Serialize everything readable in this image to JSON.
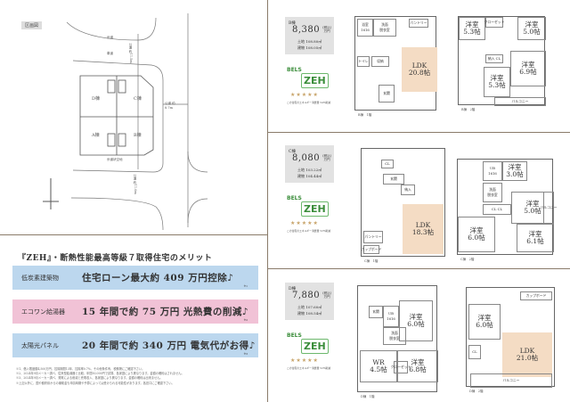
{
  "site_map": {
    "tag": "区画図",
    "lots": [
      "D棟",
      "C棟",
      "A棟",
      "B棟"
    ],
    "roads": {
      "north_public": "公道 約11.5m",
      "east_public": "公道 約8.7m",
      "south_public": "公道 約11.0m",
      "sidewalk": "歩道",
      "roadway": "車道",
      "sidewalk_widening": "歩道状空地"
    }
  },
  "merits": {
    "title": "『ZEH』・断熱性能最高等級７取得住宅のメリット",
    "items": [
      {
        "key": "低炭素建築物",
        "value": "住宅ローン最大約 409 万円控除♪",
        "note": "※1",
        "color": "#bcd7ee"
      },
      {
        "key": "エコワン給湯器",
        "value": "15 年間で約 75 万円 光熱費の削減♪",
        "note": "※2",
        "color": "#f1c2d6"
      },
      {
        "key": "太陽光パネル",
        "value": "20 年間で約 340 万円 電気代がお得♪",
        "note": "※3",
        "color": "#bcd7ee"
      }
    ],
    "notes": [
      "※1、借入限度額4,500万円、控除期間13年、控除率0.7%、その他条件有、税務署にご確認下さい。",
      "※2、2024年9月メーカー調べ、従来型給湯器と比較、年間50,000円で試算、各家庭により異なります。金額の確約はされません。",
      "※3、2024年9月メーカー調べ、発電による削減と売電収入、各家庭により異なります。金額の確約は出来ません。",
      "※上記以外に、国や都府県からの補助金も申請時期や予算によっては受けられる可能性があります。各窓口にご確認下さい。"
    ]
  },
  "units": [
    {
      "name": "B棟",
      "price": "8,380",
      "price_unit": "万円",
      "tax": "(税込)",
      "land": "土地 108.80㎡",
      "building": "建物 108.05㎡",
      "bels": {
        "brand": "BELS",
        "mark": "ZEH",
        "stars": "★★★★★",
        "text": "この住宅のエネルギー消費量 54%削減"
      },
      "floor1": {
        "label": "B棟　1階",
        "rooms": [
          "浴室\n1616",
          "洗面\n脱衣室",
          "LDK\n20.8帖",
          "玄関",
          "収納",
          "トイレ",
          "パントリー"
        ]
      },
      "floor2": {
        "label": "B棟　2階",
        "rooms": [
          "洋室\n5.3帖",
          "洋室\n5.0帖",
          "洋室\n5.3帖",
          "洋室\n6.9帖",
          "納入 CL",
          "バルコニー",
          "クローゼット"
        ]
      }
    },
    {
      "name": "C棟",
      "price": "8,080",
      "price_unit": "万円",
      "tax": "(税込)",
      "land": "土地 103.22㎡",
      "building": "建物 104.44㎡",
      "bels": {
        "brand": "BELS",
        "mark": "ZEH",
        "stars": "★★★★★",
        "text": "この住宅のエネルギー消費量 52%削減"
      },
      "floor1": {
        "label": "C棟　1階",
        "rooms": [
          "CL",
          "玄関",
          "LDK\n18.3帖",
          "納入",
          "パントリー",
          "カップボード"
        ]
      },
      "floor2": {
        "label": "C棟　2階",
        "rooms": [
          "UB\n1616",
          "洋室\n3.0帖",
          "洗面\n脱衣室",
          "洋室\n5.0帖",
          "CL CL",
          "洋室\n6.0帖",
          "洋室\n6.1帖",
          "バルコニー"
        ]
      }
    },
    {
      "name": "D棟",
      "price": "7,880",
      "price_unit": "万円",
      "tax": "(税込)",
      "land": "土地 107.60㎡",
      "building": "建物 108.54㎡",
      "bels": {
        "brand": "BELS",
        "mark": "ZEH",
        "stars": "★★★★★",
        "text": "この住宅のエネルギー消費量 52%削減"
      },
      "floor1": {
        "label": "D棟　1階",
        "rooms": [
          "UB\n1616",
          "洋室\n6.0帖",
          "洗面\n脱衣室",
          "WR\n4.5帖",
          "洋室\n6.8帖",
          "玄関",
          "クローゼット"
        ]
      },
      "floor2": {
        "label": "D棟　2階",
        "rooms": [
          "洋室\n6.0帖",
          "LDK\n21.0帖",
          "CL",
          "バルコニー",
          "カップボード"
        ]
      }
    }
  ]
}
